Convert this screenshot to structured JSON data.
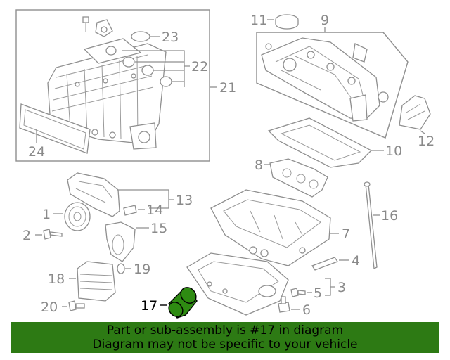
{
  "callouts": {
    "c1": "1",
    "c2": "2",
    "c3": "3",
    "c4": "4",
    "c5": "5",
    "c6": "6",
    "c7": "7",
    "c8": "8",
    "c9": "9",
    "c10": "10",
    "c11": "11",
    "c12": "12",
    "c13": "13",
    "c14": "14",
    "c15": "15",
    "c16": "16",
    "c17": "17",
    "c18": "18",
    "c19": "19",
    "c20": "20",
    "c21": "21",
    "c22": "22",
    "c23": "23",
    "c24": "24"
  },
  "highlighted_part": "17",
  "banner": {
    "line1": "Part or sub-assembly is #17 in diagram",
    "line2": "Diagram may not be specific to your vehicle",
    "background": "#2d7a14"
  },
  "highlight_color": "#2e8b12"
}
